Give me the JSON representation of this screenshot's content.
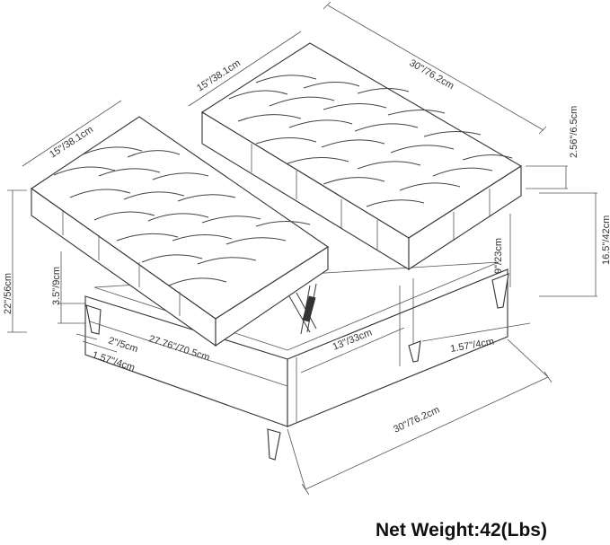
{
  "labels": {
    "top_width": "30\"/76.2cm",
    "top_depth_right": "15\"/38.1cm",
    "top_depth_left": "15\"/38.1cm",
    "cushion_thickness": "2.56\"/6.5cm",
    "total_height_right": "16.5\"/42cm",
    "lifted_height_left": "22\"/56cm",
    "storage_height": "9\"/23cm",
    "shelf_gap": "3.5\"/9cm",
    "leg_size_a": "2\"/5cm",
    "leg_size_b": "1.57\"/4cm",
    "lift_span": "27.76\"/70.5cm",
    "inner_depth": "13\"/33cm",
    "leg_inset": "1.57\"/4cm",
    "base_width": "30\"/76.2cm"
  },
  "footer": {
    "net_weight": "Net Weight:42(Lbs)"
  },
  "colors": {
    "line": "#3a3a3a",
    "background": "#ffffff",
    "text": "#333333"
  }
}
